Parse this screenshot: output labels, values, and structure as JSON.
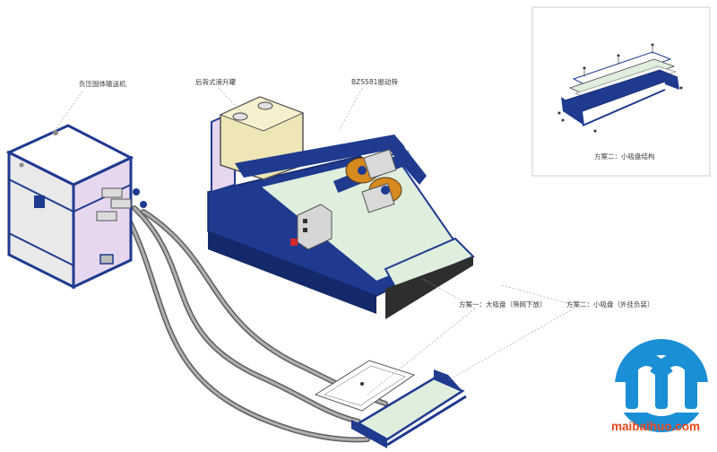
{
  "labels": {
    "conveyor": "负压固体输送机",
    "bucket_lift": "后背式液升罐",
    "shaker_model": "BZS581振动筛",
    "inset_caption": "方案二：小吸盘结构",
    "scheme_one": "方案一：大吸盘（筛网下放）",
    "scheme_two": "方案二：小吸盘（外挂负装）"
  },
  "watermark": {
    "text": "maibaihuo.com",
    "color_blue": "#1a8fd6",
    "color_orange": "#e8481c"
  },
  "colors": {
    "frame_blue": "#1f3a8f",
    "panel_pink": "#e7d7ee",
    "tank_beige": "#efe6b5",
    "screen_green": "#dfeedd",
    "motor_orange": "#d5891f",
    "hose_gray": "#8c8c8c"
  },
  "icons": [
    "motor-icon",
    "control-box-icon",
    "suction-tray-icon",
    "logo-icon"
  ]
}
